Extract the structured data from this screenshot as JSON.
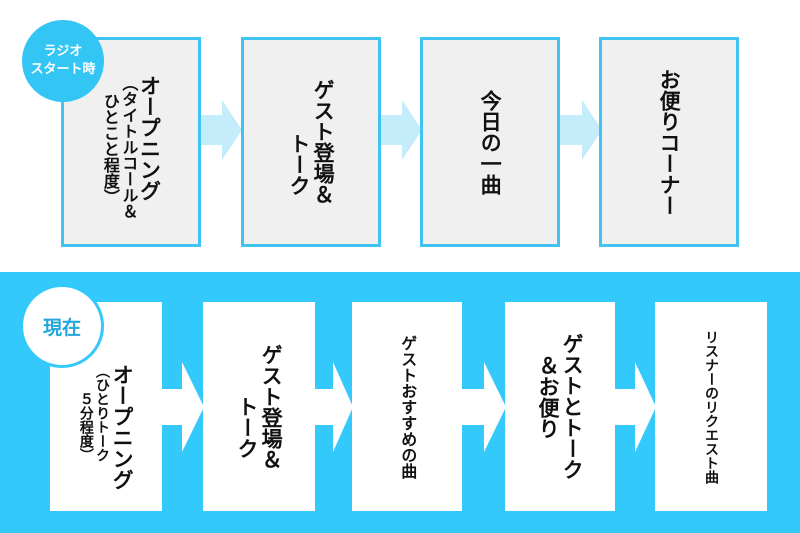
{
  "top_flow": {
    "badge": [
      "ラジオ",
      "スタート時"
    ],
    "steps": [
      {
        "lines": [
          "オープニング",
          "（タイトルコール＆",
          "ひとこと程度）"
        ]
      },
      {
        "lines": [
          "ゲスト登場＆",
          "トーク"
        ]
      },
      {
        "lines": [
          "今日の一曲"
        ]
      },
      {
        "lines": [
          "お便りコーナー"
        ]
      }
    ]
  },
  "bottom_flow": {
    "badge": "現在",
    "steps": [
      {
        "lines": [
          "オープニング",
          "（ひとりトーク",
          "５分程度）"
        ]
      },
      {
        "lines": [
          "ゲスト登場＆",
          "トーク"
        ]
      },
      {
        "lines": [
          "ゲストおすすめの曲"
        ]
      },
      {
        "lines": [
          "ゲストとトーク",
          "＆お便り"
        ]
      },
      {
        "lines": [
          "リスナーのリクエスト曲"
        ]
      }
    ]
  },
  "colors": {
    "accent": "#33c9fa",
    "arrow_light": "#c4ecfb",
    "box_bg": "#f0f0f0"
  }
}
